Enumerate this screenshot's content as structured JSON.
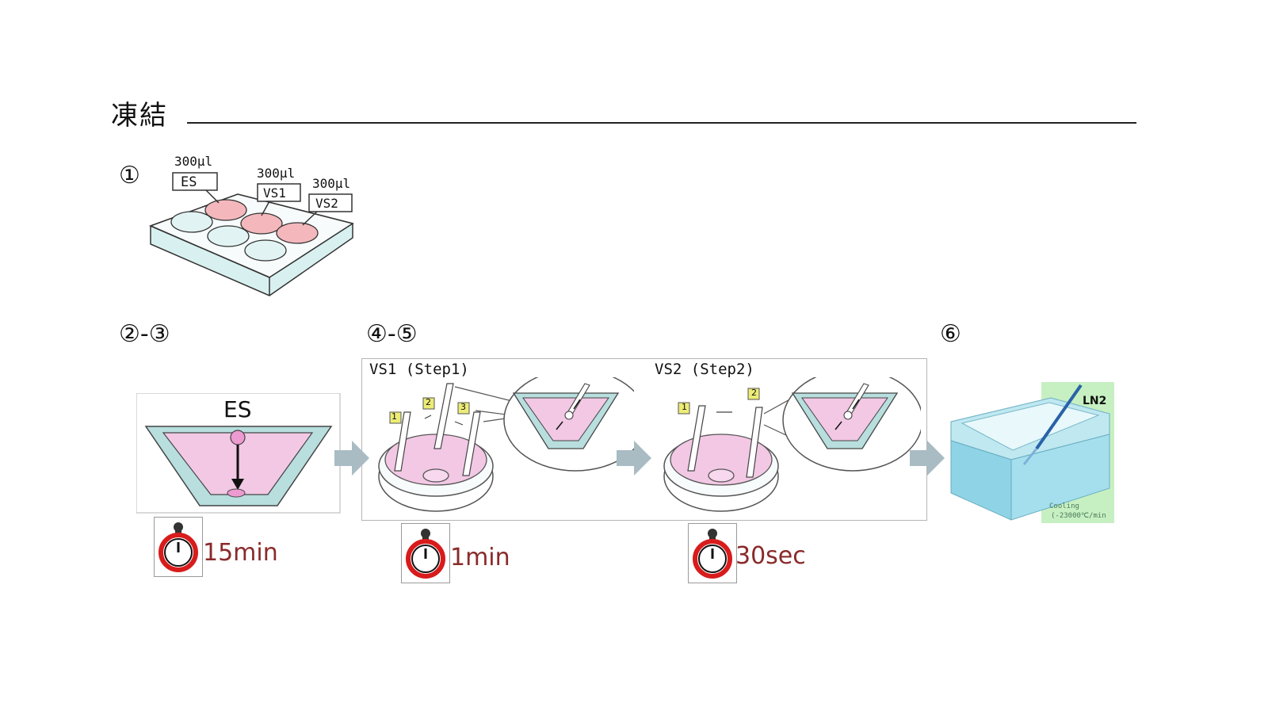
{
  "title": "凍結",
  "steps": {
    "s1": "①",
    "s23": "②-③",
    "s45": "④-⑤",
    "s6": "⑥"
  },
  "plate": {
    "es_volume": "300μl",
    "es_label": "ES",
    "vs1_volume": "300μl",
    "vs1_label": "VS1",
    "vs2_volume": "300μl",
    "vs2_label": "VS2"
  },
  "panel_es": {
    "label": "ES"
  },
  "panel_vs1": {
    "label": "VS1 (Step1)",
    "n1": "1",
    "n2": "2",
    "n3": "3"
  },
  "panel_vs2": {
    "label": "VS2 (Step2)",
    "n1": "1",
    "n2": "2"
  },
  "panel_ln2": {
    "label": "LN2",
    "cooling_line1": "Cooling",
    "cooling_line2": "(-23000℃/min"
  },
  "timers": {
    "t1": "15min",
    "t2": "1min",
    "t3": "30sec"
  },
  "colors": {
    "pink": "#f2c8e4",
    "teal": "#bfe6e6",
    "arrow": "#a9bcc4",
    "timer_text": "#8a2a2a",
    "timer_red": "#d81c1c",
    "ln2_bg": "#c7f0c2",
    "ln2_box": "#8fd3e6"
  }
}
